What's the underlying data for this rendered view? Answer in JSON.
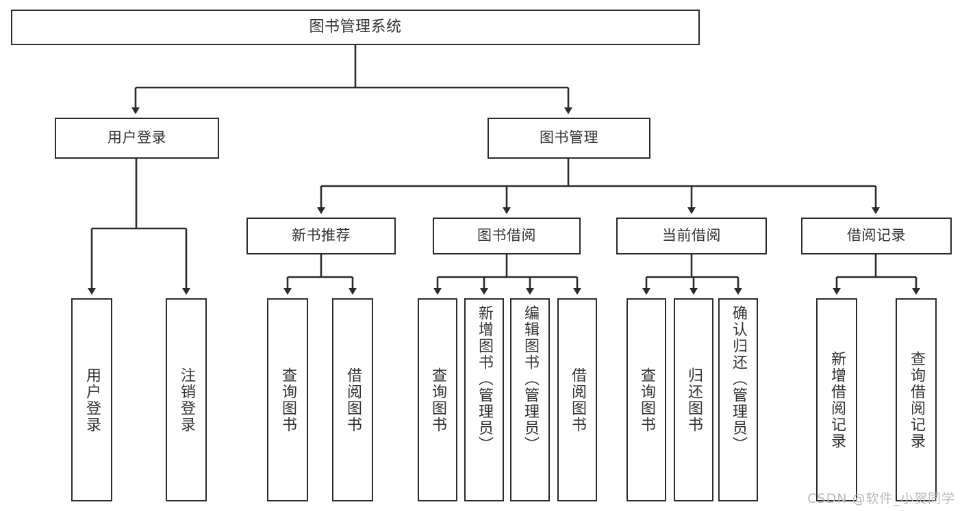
{
  "diagram": {
    "type": "tree",
    "title": "图书管理系统",
    "orientation": "top-down",
    "colors": {
      "stroke": "#2b2b2b",
      "fill": "#ffffff",
      "text": "#333333",
      "watermark": "#b9b9b9"
    },
    "nodes": {
      "root": "图书管理系统",
      "level2": {
        "user_login": "用户登录",
        "book_manage": "图书管理"
      },
      "level3": {
        "new_book_rec": "新书推荐",
        "book_borrow": "图书借阅",
        "current_borrow": "当前借阅",
        "borrow_record": "借阅记录"
      },
      "leaves": {
        "login_1": "用户登录",
        "login_2": "注销登录",
        "rec_1": "查询图书",
        "rec_2": "借阅图书",
        "borrow_1": "查询图书",
        "borrow_2": "新增图书（管理员）",
        "borrow_3": "编辑图书（管理员）",
        "borrow_4": "借阅图书",
        "cur_1": "查询图书",
        "cur_2": "归还图书",
        "cur_3": "确认归还（管理员）",
        "rec2_1": "新增借阅记录",
        "rec2_2": "查询借阅记录"
      }
    }
  },
  "watermark": {
    "text": "CSDN @软件_小贺同学"
  }
}
